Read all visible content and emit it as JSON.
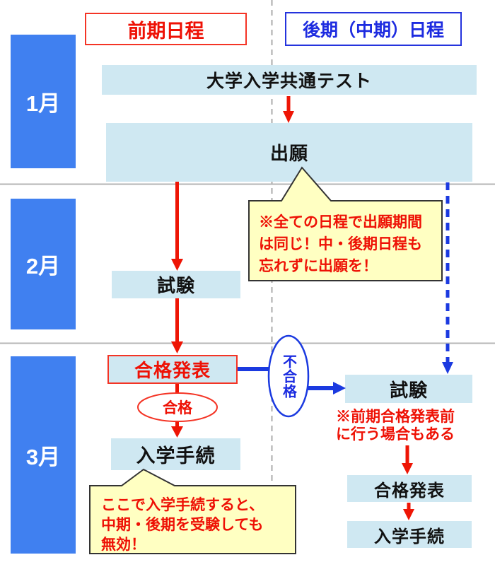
{
  "palette": {
    "month_blue": "#4080f0",
    "process_box_blue": "#cfe8f2",
    "red": "#ee1105",
    "blue": "#1b3ae0",
    "callout_yellow": "#ffffc2",
    "gray_line": "#b5b5b5"
  },
  "months": [
    {
      "label": "1月"
    },
    {
      "label": "2月"
    },
    {
      "label": "3月"
    }
  ],
  "headers": {
    "early": "前期日程",
    "late": "後期（中期）日程"
  },
  "boxes": {
    "common_test": "大学入学共通テスト",
    "application": "出願",
    "exam_early": "試験",
    "results_early": "合格発表",
    "enrollment_early": "入学手続",
    "exam_late": "試験",
    "results_late": "合格発表",
    "enrollment_late": "入学手続"
  },
  "ellipses": {
    "pass": "合格",
    "fail": "不合格"
  },
  "callouts": {
    "application_note": {
      "lines": [
        "※全ての日程で出願期間",
        "は同じ！中・後期日程も",
        "忘れずに出願を！"
      ]
    },
    "enrollment_note": {
      "lines": [
        "ここで入学手続すると、",
        "中期・後期を受験しても",
        "無効！"
      ]
    }
  },
  "notes": {
    "late_exam": {
      "lines": [
        "※前期合格発表前",
        "に行う場合もある"
      ]
    }
  }
}
